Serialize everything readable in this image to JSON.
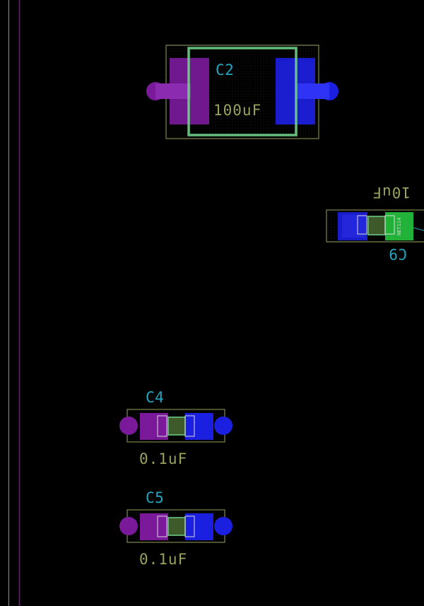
{
  "colors": {
    "background": "#000000",
    "board_edge_gray": "#8f8f8f",
    "board_edge_purple": "#8a0f9a",
    "silkscreen_outline": "#9aa15a",
    "courtyard_green": "#6fd08a",
    "designator_cyan": "#22a6c0",
    "value_olive": "#9aa15a",
    "pad_front_purple": "#7a1a9a",
    "pad_back_blue": "#1b1fe0",
    "pad_green": "#22b23a",
    "trace_cyan": "#2aa8c0",
    "body_dark_green": "#3e5a2a"
  },
  "components": [
    {
      "designator": "C2",
      "value": "100uF",
      "kind": "electrolytic-capacitor",
      "orientation": "normal"
    },
    {
      "designator": "C9",
      "value": "10uF",
      "kind": "smd-capacitor",
      "orientation": "flipped",
      "net_label": "NET114"
    },
    {
      "designator": "C4",
      "value": "0.1uF",
      "kind": "smd-capacitor",
      "orientation": "normal"
    },
    {
      "designator": "C5",
      "value": "0.1uF",
      "kind": "smd-capacitor",
      "orientation": "normal"
    }
  ]
}
